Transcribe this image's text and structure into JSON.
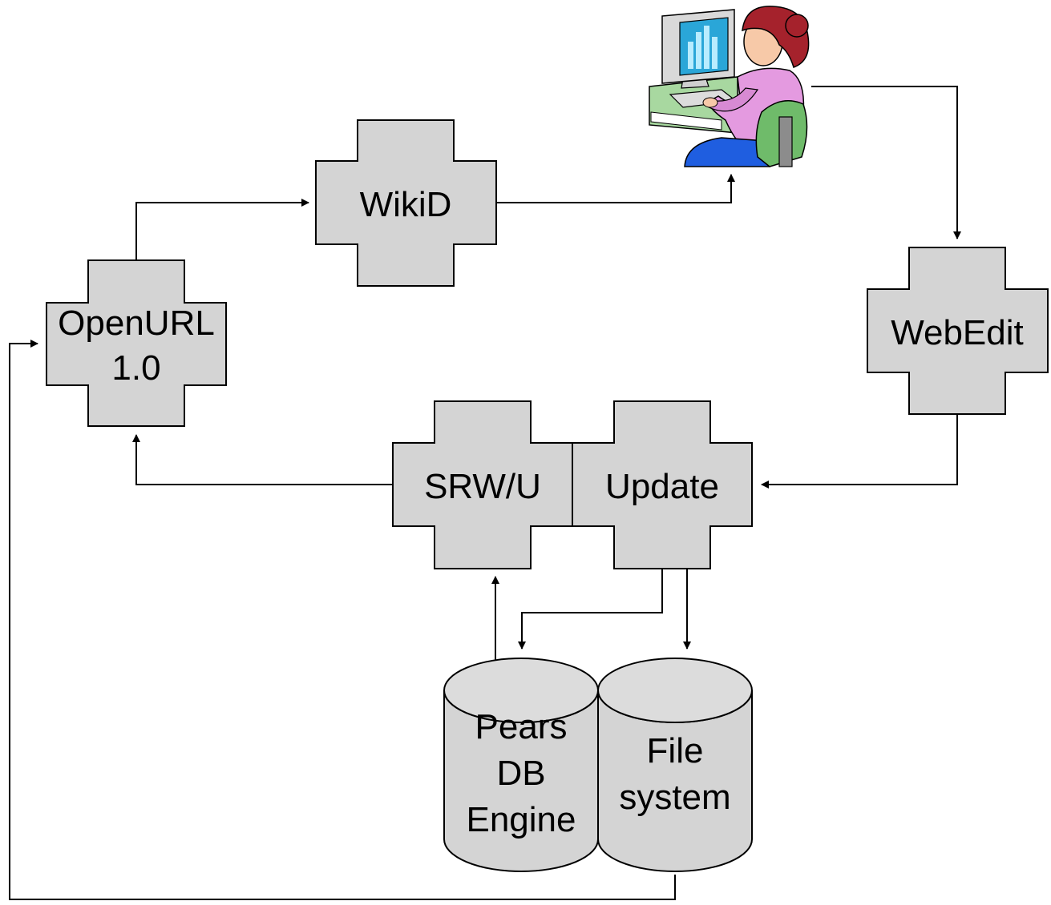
{
  "diagram": {
    "nodes": {
      "openurl": {
        "lines": [
          "OpenURL",
          "1.0"
        ]
      },
      "wikid": {
        "lines": [
          "WikiD"
        ]
      },
      "webedit": {
        "lines": [
          "WebEdit"
        ]
      },
      "srwu": {
        "lines": [
          "SRW/U"
        ]
      },
      "update": {
        "lines": [
          "Update"
        ]
      },
      "pears": {
        "lines": [
          "Pears",
          "DB",
          "Engine"
        ]
      },
      "filesystem": {
        "lines": [
          "File",
          "system"
        ]
      }
    },
    "user_icon": "user-at-computer-icon",
    "colors": {
      "shape_fill": "#d4d4d4",
      "stroke": "#000000"
    }
  }
}
